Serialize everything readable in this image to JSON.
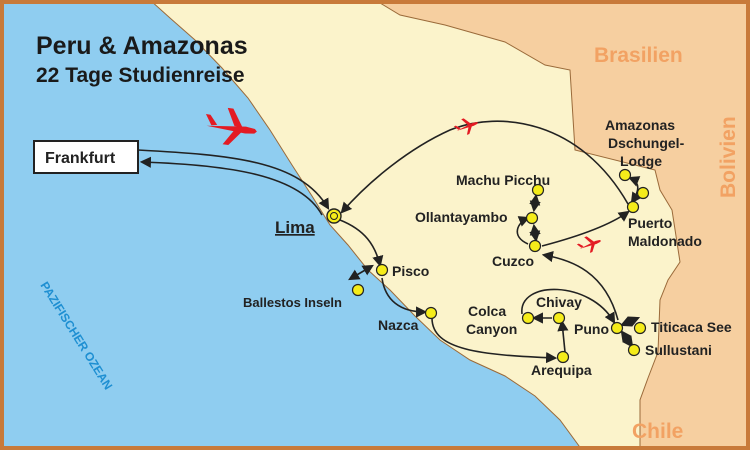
{
  "title": "Peru & Amazonas",
  "subtitle": "22 Tage Studienreise",
  "colors": {
    "sea": "#8fcdf0",
    "land_peru": "#fbf3cb",
    "land_neighbors": "#f6cfa0",
    "frame": "#c87a3a",
    "stop": "#f5ec1a",
    "plane": "#e31b23",
    "route": "#222222"
  },
  "countries": {
    "brazil": "Brasilien",
    "bolivia": "Bolivien",
    "chile": "Chile"
  },
  "ocean_label": "PAZIFISCHER OZEAN",
  "origin": "Frankfurt",
  "capital": "Lima",
  "places": {
    "pisco": "Pisco",
    "ballestos": "Ballestos Inseln",
    "nazca": "Nazca",
    "arequipa": "Arequipa",
    "colca_1": "Colca",
    "colca_2": "Canyon",
    "chivay": "Chivay",
    "puno": "Puno",
    "titicaca": "Titicaca See",
    "sullustani": "Sullustani",
    "cuzco": "Cuzco",
    "ollantaytambo": "Ollantayambo",
    "machu_picchu": "Machu Picchu",
    "maldonado_1": "Puerto",
    "maldonado_2": "Maldonado",
    "lodge_1": "Amazonas",
    "lodge_2": "Dschungel-",
    "lodge_3": "Lodge"
  },
  "icons": [
    "airplane-icon",
    "stop-marker-icon",
    "route-arrow-icon"
  ]
}
